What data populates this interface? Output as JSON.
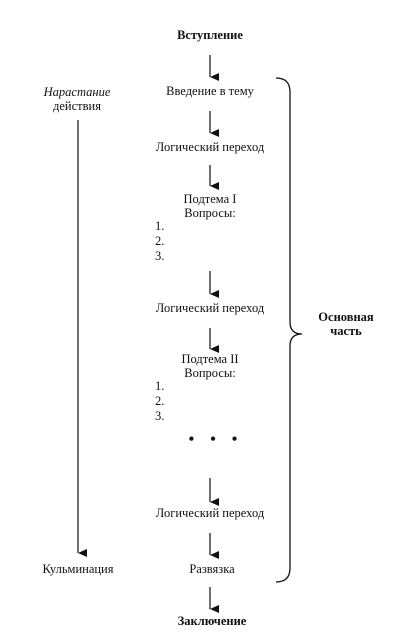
{
  "center": {
    "intro": "Вступление",
    "topic_intro": "Введение в тему",
    "transition_1": "Логический переход",
    "subtopic_1": {
      "title": "Подтема I",
      "questions_label": "Вопросы:",
      "items": [
        "1.",
        "2.",
        "3."
      ]
    },
    "transition_2": "Логический переход",
    "subtopic_2": {
      "title": "Подтема II",
      "questions_label": "Вопросы:",
      "items": [
        "1.",
        "2.",
        "3."
      ]
    },
    "ellipsis": "• • •",
    "transition_3": "Логический переход",
    "denouement": "Развязка",
    "conclusion": "Заключение"
  },
  "left": {
    "rising_action_line1": "Нарастание",
    "rising_action_line2": "действия",
    "climax": "Кульминация"
  },
  "right": {
    "main_part_line1": "Основная",
    "main_part_line2": "часть"
  },
  "colors": {
    "ink": "#111111",
    "background": "#ffffff"
  }
}
